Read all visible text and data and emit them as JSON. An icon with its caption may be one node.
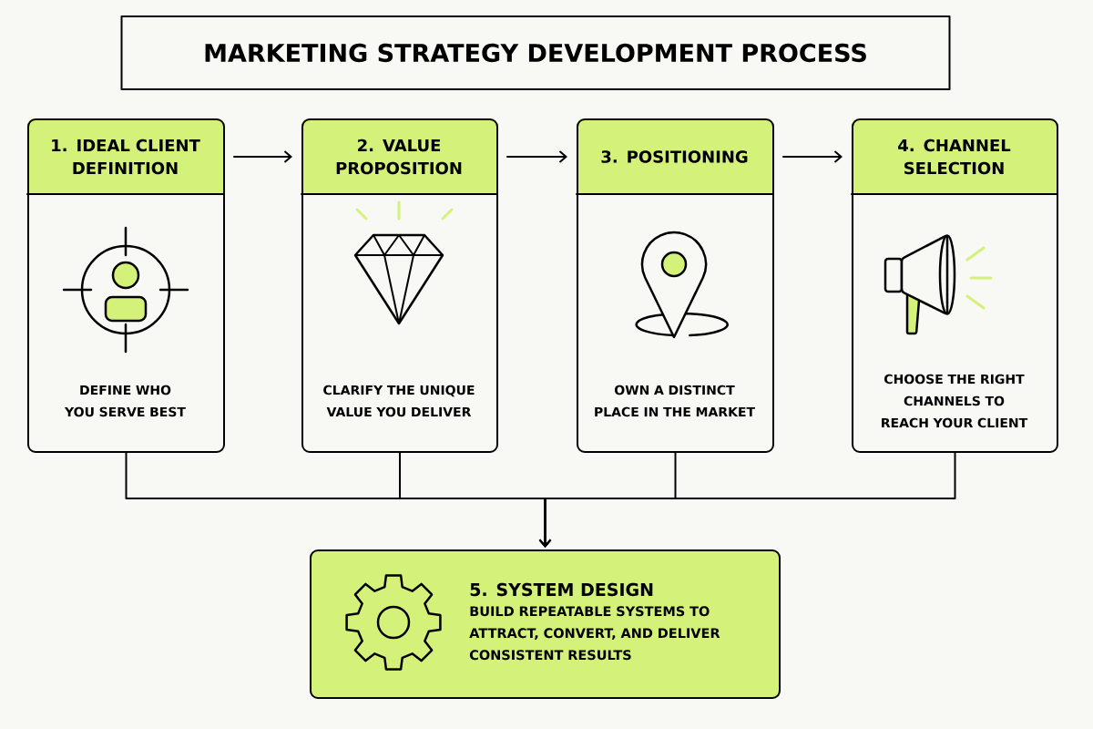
{
  "diagram": {
    "title": "MARKETING STRATEGY DEVELOPMENT PROCESS",
    "nodes": [
      {
        "text": [
          "1. IDEAL CLIENT DEFINITION",
          "DEFINE WHO YOU SERVE BEST"
        ]
      },
      {
        "text": [
          "2. VALUE PROPOSITION",
          "CLARIFY THE UNIQUE VALUE YOU DELIVER"
        ]
      },
      {
        "text": [
          "3. POSITIONING",
          "OWN A DISTINCT PLACE IN THE MARKET"
        ]
      },
      {
        "text": [
          "4. CHANNEL SELECTION",
          "CHOOSE THE RIGHT CHANNELS TO REACH YOUR CLIENT"
        ]
      },
      {
        "text": [
          "5. SYSTEM DESIGN",
          "BUILD REPEATABLE SYSTEMS TO ATTRACT, CONVERT, AND DELIVER CONSISTENT RESULTS"
        ]
      }
    ],
    "edges": [
      {
        "from": 0,
        "to": 1,
        "arrow": "to"
      },
      {
        "from": 1,
        "to": 2,
        "arrow": "to"
      },
      {
        "from": 2,
        "to": 3,
        "arrow": "to"
      },
      {
        "from": 0,
        "to": 4,
        "arrow": "to"
      },
      {
        "from": 1,
        "to": 4,
        "arrow": "to"
      },
      {
        "from": 2,
        "to": 4,
        "arrow": "to"
      },
      {
        "from": 3,
        "to": 4,
        "arrow": "to"
      }
    ]
  }
}
